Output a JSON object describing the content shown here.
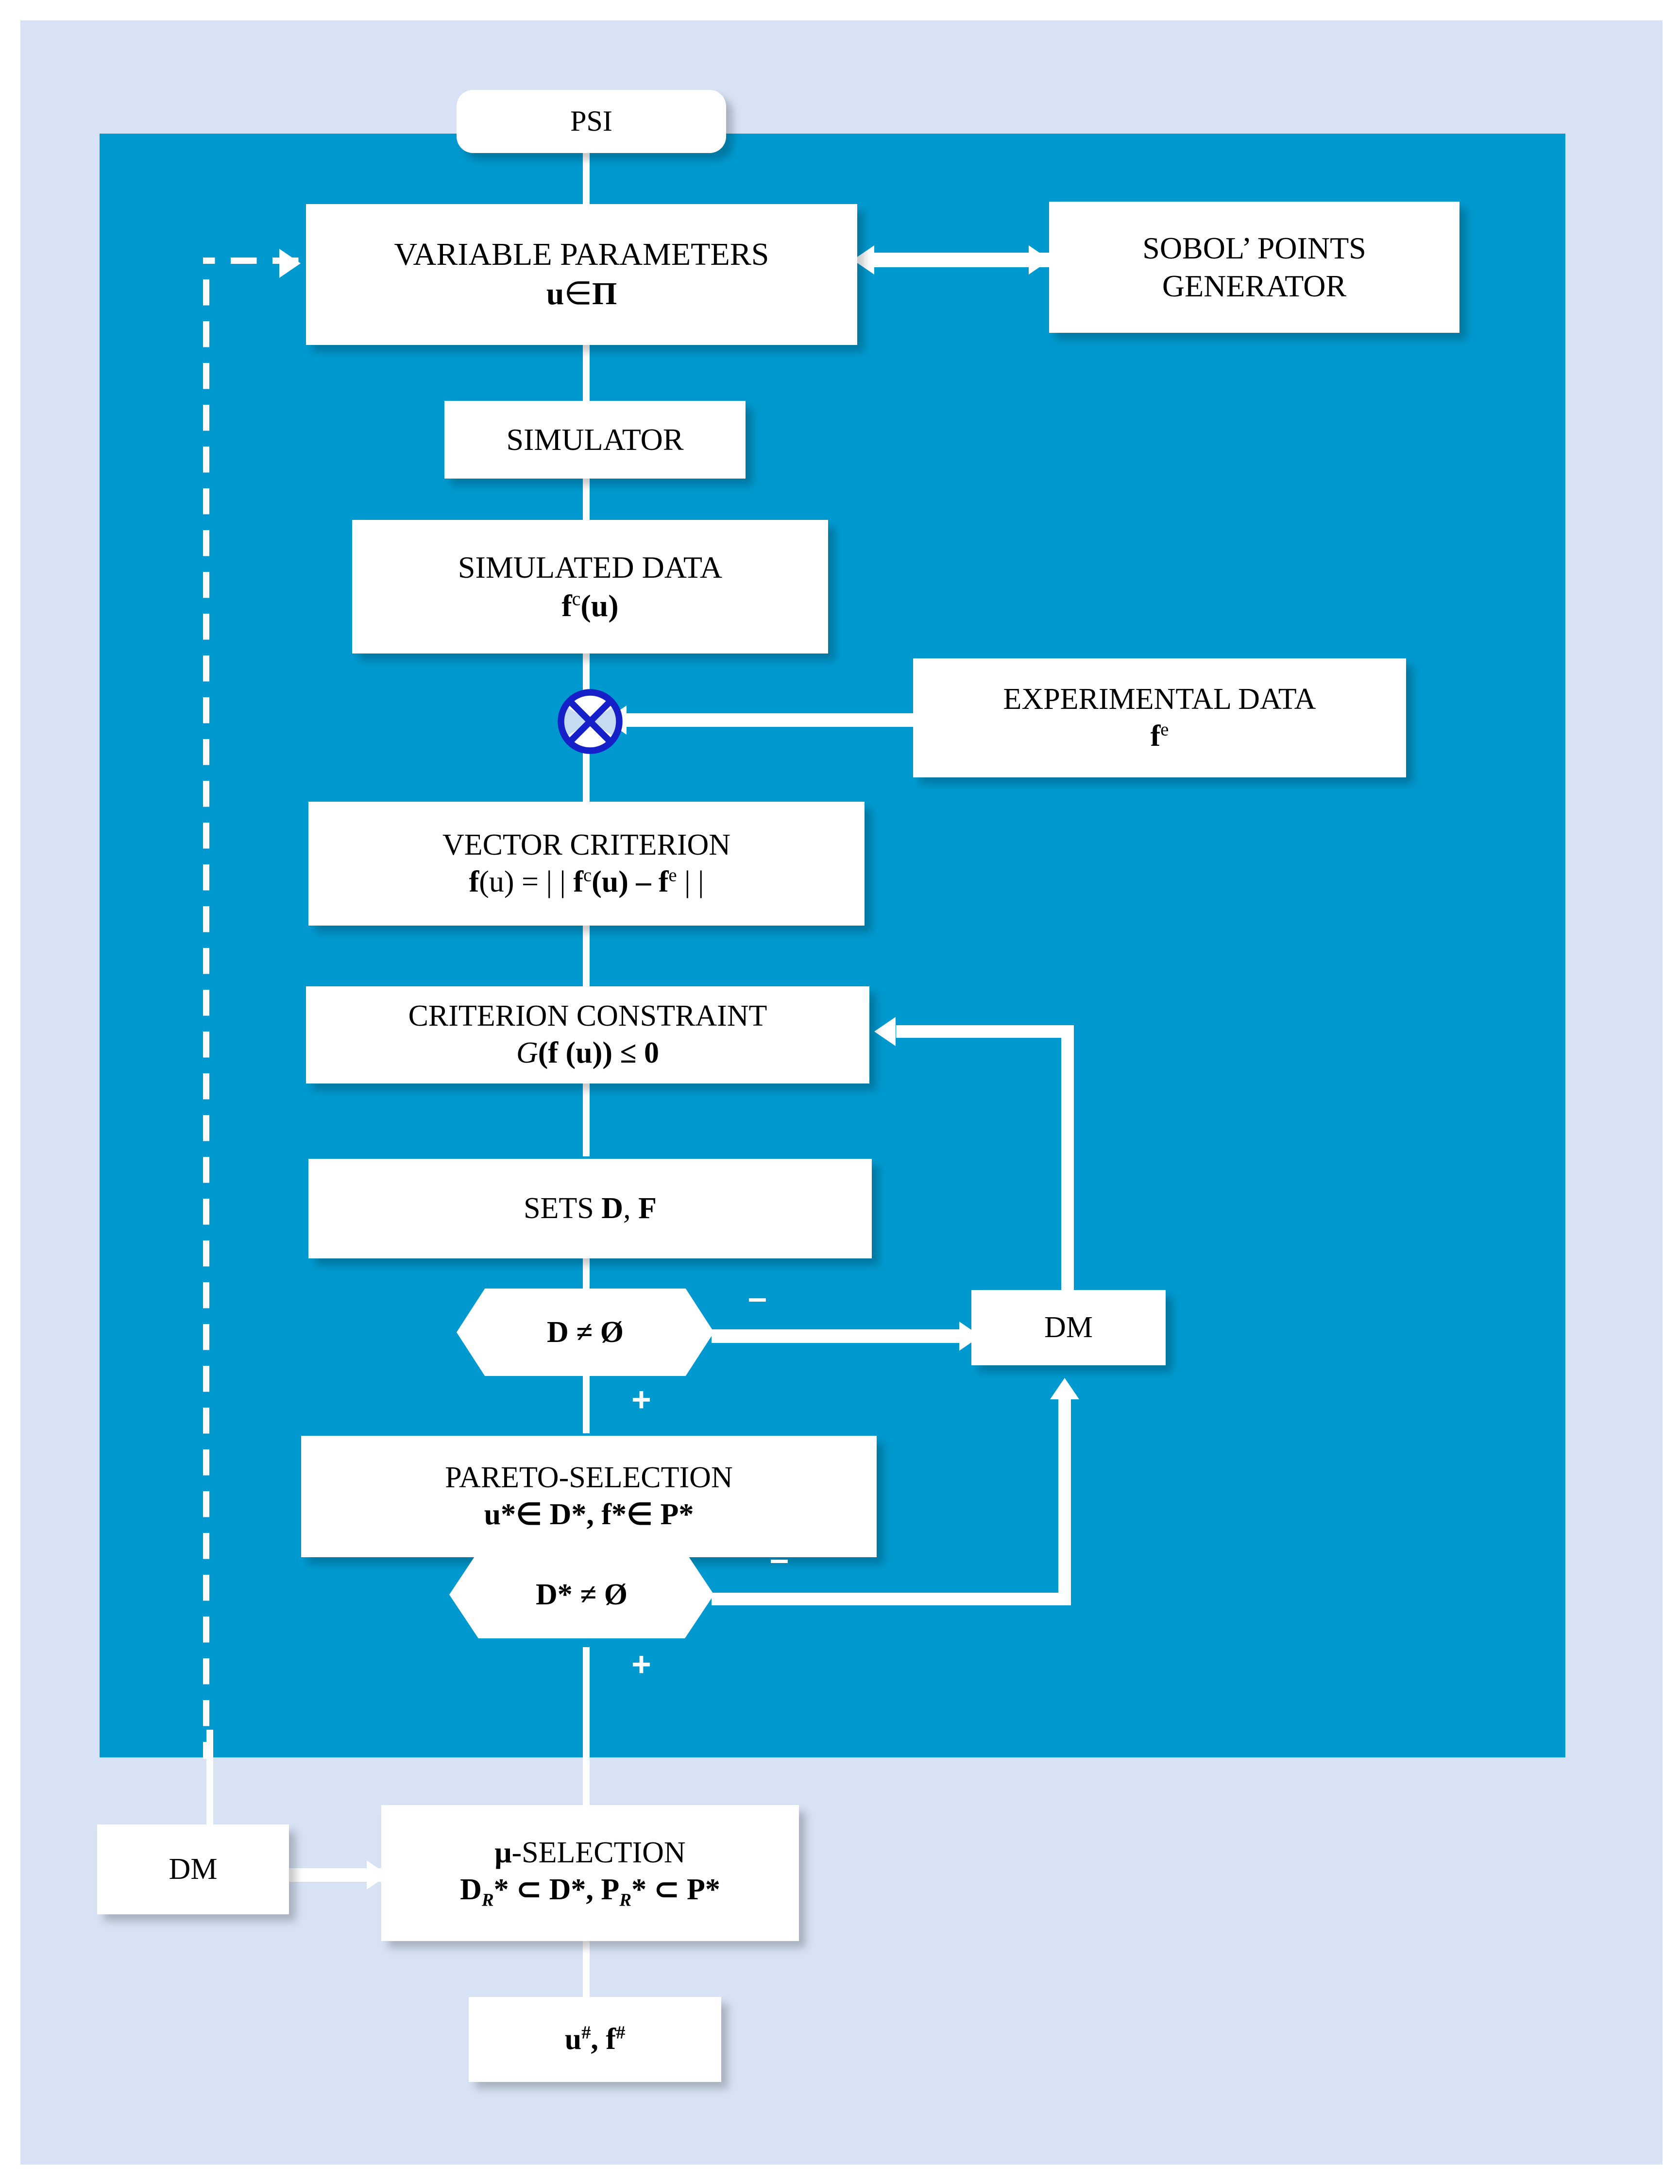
{
  "diagram": {
    "title": "PSI multicriteria identification flowchart",
    "colors": {
      "panel_blue": "#0099cf",
      "sheet_blue": "#d7e3f4",
      "node_white": "#ffffff",
      "xor_ring": "#1520c8",
      "xor_fill": "#c5dcf0"
    },
    "nodes": {
      "psi": {
        "label": "PSI"
      },
      "variable_parameters": {
        "line1": "VARIABLE PARAMETERS",
        "line2_u": "u",
        "line2_in": "∈",
        "line2_pi": "Π"
      },
      "sobol": {
        "line1": "SOBOL’ POINTS",
        "line2": "GENERATOR"
      },
      "simulator": {
        "label": "SIMULATOR"
      },
      "simulated_data": {
        "line1": "SIMULATED DATA",
        "line2_f": "f",
        "line2_sup": "c",
        "line2_tail": "(u)"
      },
      "experimental_data": {
        "line1": "EXPERIMENTAL DATA",
        "line2_f": "f",
        "line2_sup": "e"
      },
      "vector_criterion": {
        "line1": "VECTOR CRITERION",
        "line2_a": "f",
        "line2_b": "(u) = | | ",
        "line2_c": "f",
        "line2_c_sup": "c",
        "line2_d": "(u) – ",
        "line2_e": "f",
        "line2_e_sup": "e",
        "line2_f": " | |"
      },
      "criterion_constraint": {
        "line1": "CRITERION CONSTRAINT",
        "line2_G": "G",
        "line2_rest": "(f (u)) ≤ 0"
      },
      "sets": {
        "label_a": "SETS ",
        "label_b": "D",
        "label_c": ", ",
        "label_d": "F"
      },
      "decision_d": {
        "label": "D ≠ Ø"
      },
      "dm_right": {
        "label": "DM"
      },
      "pareto_selection": {
        "line1": "PARETO-SELECTION",
        "line2": "u*∈ D*, f*∈ P*"
      },
      "decision_dstar": {
        "label": "D* ≠ Ø"
      },
      "dm_left": {
        "label": "DM"
      },
      "mu_selection": {
        "line1_mu": "μ",
        "line1_rest": "-SELECTION",
        "line2_a": "D",
        "line2_sub_a": "R",
        "line2_b": "* ⊂ D*, ",
        "line2_c": "P",
        "line2_sub_c": "R",
        "line2_d": "* ⊂ P*"
      },
      "output": {
        "label_u": "u",
        "label_u_sup": "#",
        "label_sep": ", ",
        "label_f": "f",
        "label_f_sup": "#"
      }
    },
    "edge_labels": {
      "d_negative": "–",
      "d_positive": "+",
      "dstar_negative": "–",
      "dstar_positive": "+"
    },
    "icons": {
      "xor_operator": "xor-circle-icon"
    }
  }
}
